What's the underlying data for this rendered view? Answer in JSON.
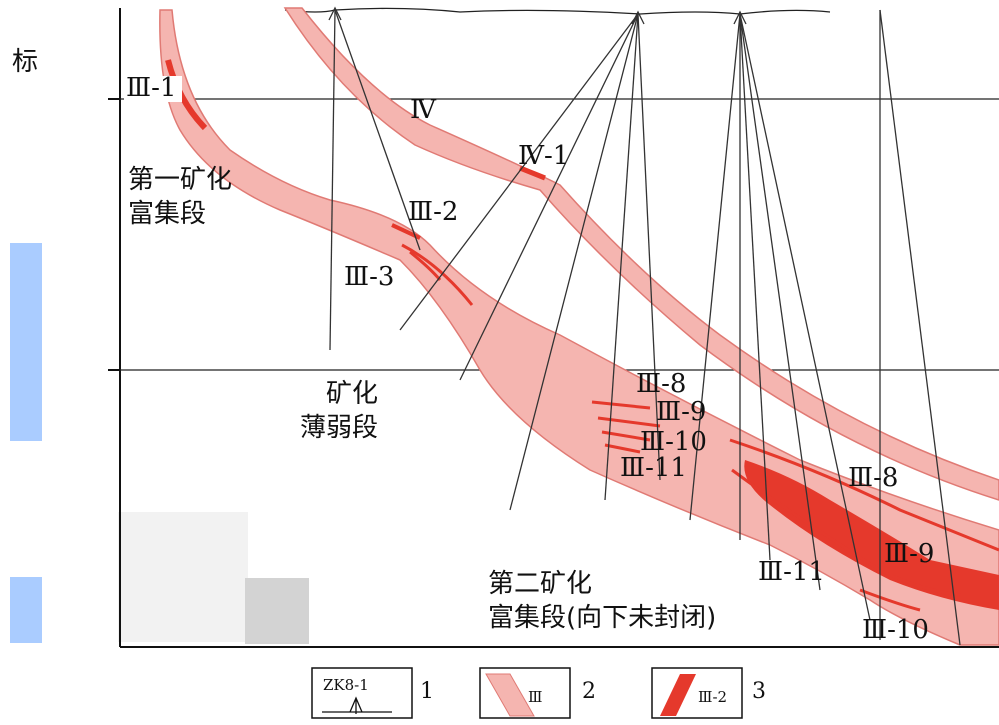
{
  "colors": {
    "ore_body_fill": "#f5b5b0",
    "ore_body_edge": "#e07a74",
    "rich_ore": "#e5392c",
    "marker_blue": "#aaccff",
    "mask_gray": "#d3d3d3"
  },
  "axis": {
    "top_label": "标"
  },
  "zones": {
    "zone1": [
      "第一矿化",
      "富集段"
    ],
    "zone_thin": [
      "矿化",
      "薄弱段"
    ],
    "zone2": [
      "第二矿化",
      "富集段(向下未封闭)"
    ]
  },
  "ore_labels": {
    "iii_1": "Ⅲ-1",
    "iv": "Ⅳ",
    "iv_1": "Ⅳ-1",
    "iii_2": "Ⅲ-2",
    "iii_3": "Ⅲ-3",
    "iii_8a": "Ⅲ-8",
    "iii_9a": "Ⅲ-9",
    "iii_10a": "Ⅲ-10",
    "iii_11a": "Ⅲ-11",
    "iii_8b": "Ⅲ-8",
    "iii_9b": "Ⅲ-9",
    "iii_11b": "Ⅲ-11",
    "iii_10b": "Ⅲ-10"
  },
  "legend": {
    "drill_text": "ZK8-1",
    "n1": "1",
    "body_text": "Ⅲ",
    "n2": "2",
    "rich_text": "Ⅲ-2",
    "n3": "3"
  }
}
